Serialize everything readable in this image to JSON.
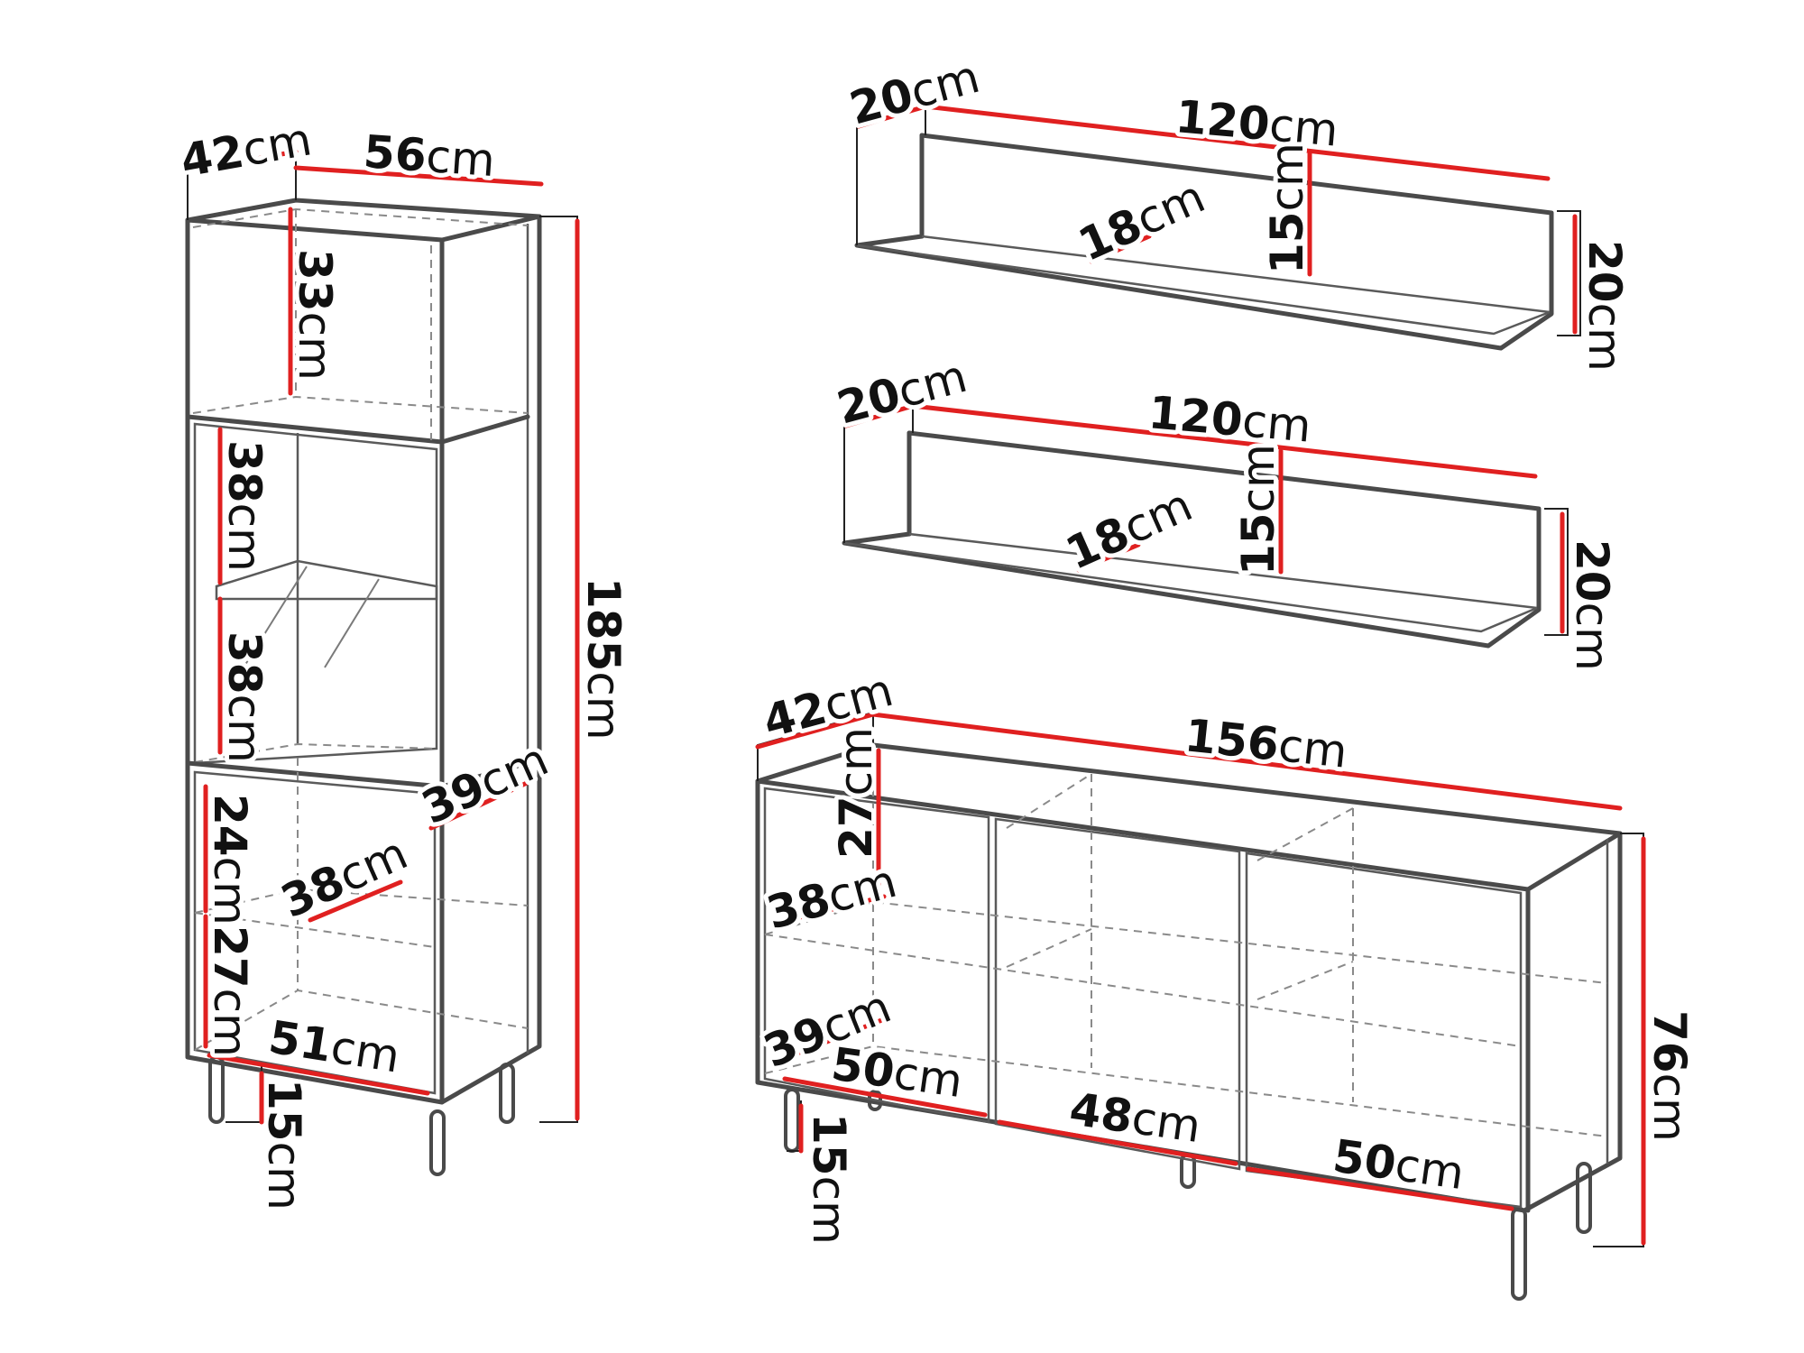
{
  "tall_cabinet": {
    "depth": {
      "value": "42",
      "unit": "cm"
    },
    "width": {
      "value": "56",
      "unit": "cm"
    },
    "height": {
      "value": "185",
      "unit": "cm"
    },
    "top_compartment": {
      "value": "33",
      "unit": "cm"
    },
    "glass_upper": {
      "value": "38",
      "unit": "cm"
    },
    "glass_lower": {
      "value": "38",
      "unit": "cm"
    },
    "lower_upper": {
      "value": "24",
      "unit": "cm"
    },
    "lower_lower": {
      "value": "27",
      "unit": "cm"
    },
    "inner_depth": {
      "value": "39",
      "unit": "cm"
    },
    "shelf_depth": {
      "value": "38",
      "unit": "cm"
    },
    "inner_width": {
      "value": "51",
      "unit": "cm"
    },
    "leg_height": {
      "value": "15",
      "unit": "cm"
    }
  },
  "shelf_top": {
    "depth": {
      "value": "20",
      "unit": "cm"
    },
    "length": {
      "value": "120",
      "unit": "cm"
    },
    "back_height": {
      "value": "15",
      "unit": "cm"
    },
    "board_depth": {
      "value": "18",
      "unit": "cm"
    },
    "height": {
      "value": "20",
      "unit": "cm"
    }
  },
  "shelf_bottom": {
    "depth": {
      "value": "20",
      "unit": "cm"
    },
    "length": {
      "value": "120",
      "unit": "cm"
    },
    "back_height": {
      "value": "15",
      "unit": "cm"
    },
    "board_depth": {
      "value": "18",
      "unit": "cm"
    },
    "height": {
      "value": "20",
      "unit": "cm"
    }
  },
  "sideboard": {
    "depth": {
      "value": "42",
      "unit": "cm"
    },
    "width": {
      "value": "156",
      "unit": "cm"
    },
    "compartment_height": {
      "value": "27",
      "unit": "cm"
    },
    "shelf_depth": {
      "value": "38",
      "unit": "cm"
    },
    "inner_depth": {
      "value": "39",
      "unit": "cm"
    },
    "left_width": {
      "value": "50",
      "unit": "cm"
    },
    "middle_width": {
      "value": "48",
      "unit": "cm"
    },
    "right_width": {
      "value": "50",
      "unit": "cm"
    },
    "height": {
      "value": "76",
      "unit": "cm"
    },
    "leg_height": {
      "value": "15",
      "unit": "cm"
    }
  }
}
